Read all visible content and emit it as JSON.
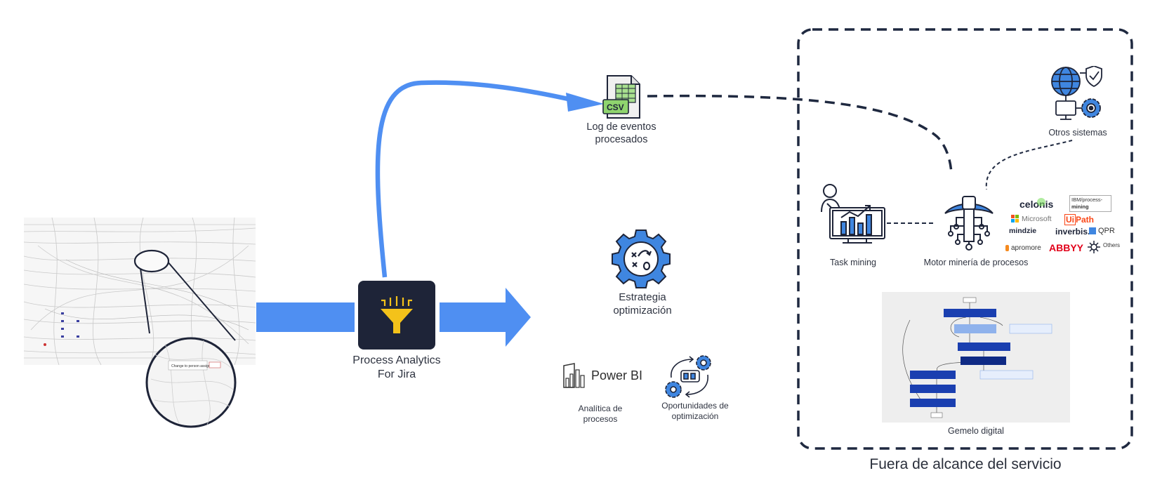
{
  "labels": {
    "csv_badge": "CSV",
    "log_line1": "Log de eventos",
    "log_line2": "procesados",
    "otros": "Otros sistemas",
    "task_mining": "Task mining",
    "motor": "Motor minería de procesos",
    "pa_line1": "Process Analytics",
    "pa_line2": "For Jira",
    "estrategia_line1": "Estrategia",
    "estrategia_line2": "optimización",
    "powerbi": "Power BI",
    "analitica_line1": "Analítica de",
    "analitica_line2": "procesos",
    "oportunidades_line1": "Oportunidades de",
    "oportunidades_line2": "optimización",
    "gemelo": "Gemelo digital",
    "fuera": "Fuera de alcance del servicio",
    "zoom_callout": "Change to person assigned"
  },
  "vendors": {
    "celonis": "celonis",
    "ibm_line1": "IBM/process-",
    "ibm_line2": "mining",
    "microsoft": "Microsoft",
    "uipath_a": "Ui",
    "uipath_b": "Path",
    "mindzie": "mindzie",
    "inverbis": "inverbis.",
    "qpr": "QPR",
    "apromore": "apromore",
    "abbyy": "ABBYY",
    "others": "Others"
  },
  "colors": {
    "flow_blue": "#4f8ff2",
    "navy": "#1e2438",
    "dashed": "#1f2940",
    "funnel_yellow": "#f4c21a",
    "icon_blue": "#3f86e0",
    "twin_blue": "#1a3fb0"
  }
}
